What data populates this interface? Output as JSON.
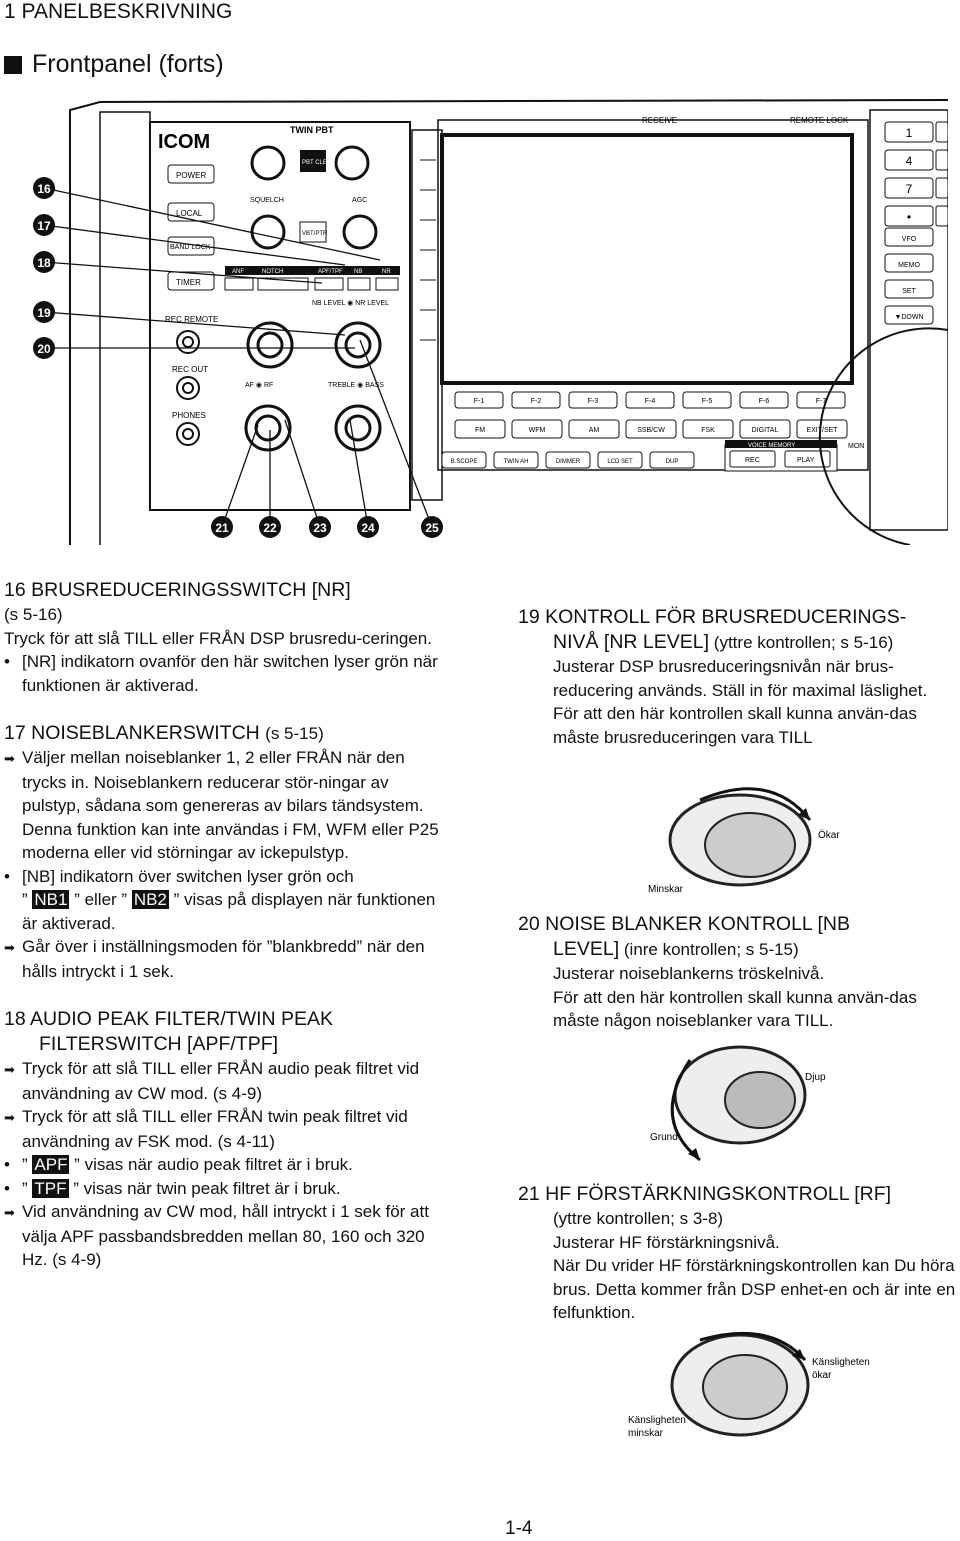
{
  "header": {
    "chapter": "1  PANELBESKRIVNING",
    "section": "Frontpanel (forts)"
  },
  "panel": {
    "logo": "ICOM",
    "labels": {
      "twin_pbt": "TWIN PBT",
      "power": "POWER",
      "local": "LOCAL",
      "band_lock": "BAND LOCK",
      "timer": "TIMER",
      "rec_remote": "REC REMOTE",
      "rec_out": "REC OUT",
      "phones": "PHONES",
      "squelch": "SQUELCH",
      "agc": "AGC",
      "pbt_clear": "PBT CLEAR",
      "vbt_ptr": "VBT/PTR",
      "anf": "ANF",
      "notch": "NOTCH",
      "nb": "NB",
      "nr": "NR",
      "apf": "APF/TPF",
      "af_rf": "AF ◉ RF",
      "treble_bass": "TREBLE ◉ BASS",
      "nb_level": "NB LEVEL ◉ NR LEVEL",
      "receive": "RECEIVE",
      "remote_lock": "REMOTE LOCK",
      "mon": "MON",
      "voice_memory": "VOICE MEMORY",
      "rec": "REC",
      "play": "PLAY"
    },
    "fkeys": [
      "F-1",
      "F-2",
      "F-3",
      "F-4",
      "F-5",
      "F-6",
      "F-7"
    ],
    "mode_keys": [
      "FM",
      "WFM",
      "AM",
      "SSB/CW",
      "FSK",
      "DIGITAL",
      "EXIT/SET"
    ],
    "bottom_keys": [
      "B.SCOPE",
      "TWIN AH",
      "DIMMER",
      "LCD SET",
      "DUP"
    ],
    "keypad": [
      "1",
      "4",
      "7",
      "•"
    ],
    "side_keys": [
      "VFO",
      "MEMO",
      "SET",
      "▼DOWN"
    ],
    "callouts": [
      "16",
      "17",
      "18",
      "19",
      "20",
      "21",
      "22",
      "23",
      "24",
      "25"
    ]
  },
  "left": {
    "s16": {
      "title": "16 BRUSREDUCERINGSSWITCH [NR]",
      "ref": "(s 5-16)",
      "body": "Tryck för att slå TILL eller FRÅN DSP brusredu-ceringen.",
      "b1": "[NR] indikatorn ovanför den här switchen lyser grön när funktionen är aktiverad."
    },
    "s17": {
      "title": "17 NOISEBLANKERSWITCH",
      "ref": "(s 5-15)",
      "a1": "Väljer mellan noiseblanker 1, 2 eller FRÅN när den trycks in. Noiseblankern reducerar stör-ningar av pulstyp, sådana som genereras av bilars tändsystem. Denna funktion kan inte användas i FM, WFM eller P25 moderna eller vid störningar av ickepulstyp.",
      "b1_pre": "[NB] indikatorn över switchen lyser grön och",
      "nb1": "NB1",
      "mid": "eller",
      "nb2": "NB2",
      "b1_post": "visas på displayen när funktionen är aktiverad.",
      "a2": "Går över i inställningsmoden för ”blankbredd” när den hålls intryckt i 1 sek."
    },
    "s18": {
      "title1": "18 AUDIO PEAK FILTER/TWIN PEAK",
      "title2": "FILTERSWITCH [APF/TPF]",
      "a1": "Tryck för att slå TILL eller FRÅN audio peak filtret vid användning av CW mod. (s 4-9)",
      "a2": "Tryck för att slå TILL eller FRÅN twin peak filtret vid användning av FSK mod. (s 4-11)",
      "apf": "APF",
      "b1": "visas när audio peak filtret är i bruk.",
      "tpf": "TPF",
      "b2": "visas när twin peak filtret är i bruk.",
      "a3": "Vid användning av CW mod, håll intryckt i 1 sek för att välja APF passbandsbredden mellan 80, 160 och 320 Hz. (s 4-9)"
    }
  },
  "right": {
    "s19": {
      "title1": "19 KONTROLL FÖR BRUSREDUCERINGS-",
      "title2": "NIVÅ [NR LEVEL]",
      "ref": "(yttre kontrollen; s 5-16)",
      "body1": "Justerar DSP brusreduceringsnivån när brus-reducering används. Ställ in för maximal läslighet.",
      "body2": "För att den här kontrollen skall kunna använ-das måste brusreduceringen vara TILL",
      "k_more": "Ökar",
      "k_less": "Minskar"
    },
    "s20": {
      "title1": "20 NOISE BLANKER KONTROLL [NB",
      "title2": "LEVEL]",
      "ref": "(inre kontrollen; s 5-15)",
      "body1": "Justerar noiseblankerns tröskelnivå.",
      "body2": "För att den här kontrollen skall kunna använ-das måste någon noiseblanker vara TILL.",
      "k_deep": "Djup",
      "k_shallow": "Grund"
    },
    "s21": {
      "title": "21 HF FÖRSTÄRKNINGSKONTROLL [RF]",
      "ref": "(yttre kontrollen; s 3-8)",
      "body1": "Justerar HF förstärkningsnivå.",
      "body2": "När Du vrider HF förstärkningskontrollen kan Du höra brus. Detta kommer från DSP enhet-en och är inte en felfunktion.",
      "k_more1": "Känsligheten",
      "k_more2": "ökar",
      "k_less1": "Känsligheten",
      "k_less2": "minskar"
    }
  },
  "footer": {
    "page": "1-4"
  }
}
